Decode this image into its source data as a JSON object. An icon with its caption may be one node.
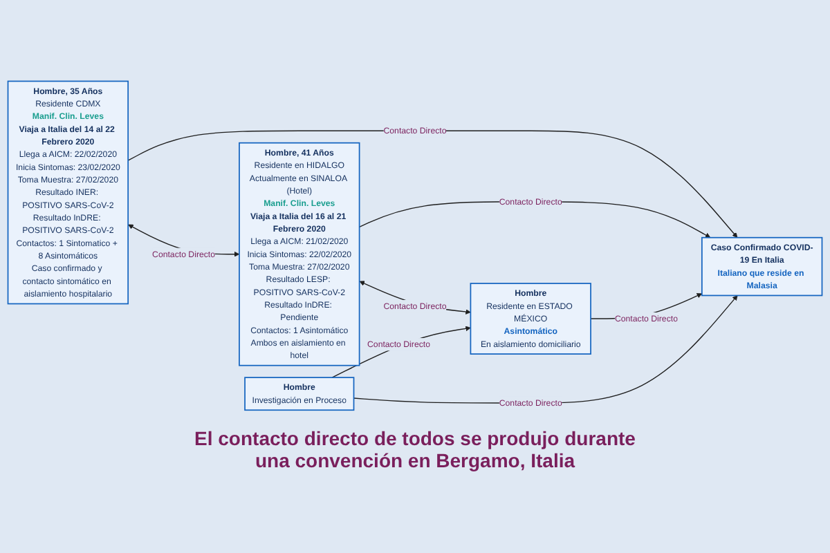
{
  "diagram": {
    "nodes": [
      {
        "text": [
          "Caso Confirmado COVID-19 En Italia",
          "Italiano que reside en Malasia"
        ]
      },
      {
        "text": [
          "Hombre, 35 Años",
          "Residente CDMX",
          "Manif. Clin. Leves",
          "Viaja a Italia del 14 al 22 Febrero 2020",
          "Llega a AICM: 22/02/2020",
          "Inicia Sintomas: 23/02/2020",
          "Toma Muestra: 27/02/2020",
          "Resultado INER: POSITIVO SARS-CoV-2",
          "Resultado InDRE: POSITIVO SARS-CoV-2",
          "Contactos: 1 Sintomatico + 8 Asintomáticos",
          "Caso confirmado y contacto sintomático en aislamiento hospitalario"
        ]
      },
      {
        "text": [
          "Hombre, 41 Años",
          "Residente en HIDALGO",
          "Actualmente en SINALOA (Hotel)",
          "Manif. Clin. Leves",
          "Viaja a Italia del 16 al 21 Febrero 2020",
          "Llega a AICM: 21/02/2020",
          "Inicia Sintomas: 22/02/2020",
          "Toma Muestra: 27/02/2020",
          "Resultado LESP: POSITIVO SARS-CoV-2",
          "Resultado InDRE: Pendiente",
          "Contactos: 1 Asintomático",
          "Ambos en aislamiento en hotel"
        ]
      },
      {
        "text": [
          "Hombre",
          "Residente en ESTADO MÉXICO",
          "Asintomático",
          "En aislamiento domiciliario"
        ]
      },
      {
        "text": [
          "Hombre",
          "Investigación en Proceso"
        ]
      }
    ],
    "edges": [
      {
        "from": 1,
        "to": 0,
        "arrow": "to",
        "label": "Contacto Directo"
      },
      {
        "from": 2,
        "to": 0,
        "arrow": "to",
        "label": "Contacto Directo"
      },
      {
        "from": 3,
        "to": 0,
        "arrow": "to",
        "label": "Contacto Directo"
      },
      {
        "from": 4,
        "to": 0,
        "arrow": "to",
        "label": "Contacto Directo"
      },
      {
        "from": 1,
        "to": 2,
        "arrow": "both",
        "label": "Contacto Directo"
      },
      {
        "from": 2,
        "to": 3,
        "arrow": "both",
        "label": "Contacto Directo"
      },
      {
        "from": 4,
        "to": 3,
        "arrow": "to",
        "label": "Contacto Directo"
      }
    ],
    "labels": [
      "El contacto directo de todos se produjo durante una convención en Bergamo, Italia"
    ]
  }
}
